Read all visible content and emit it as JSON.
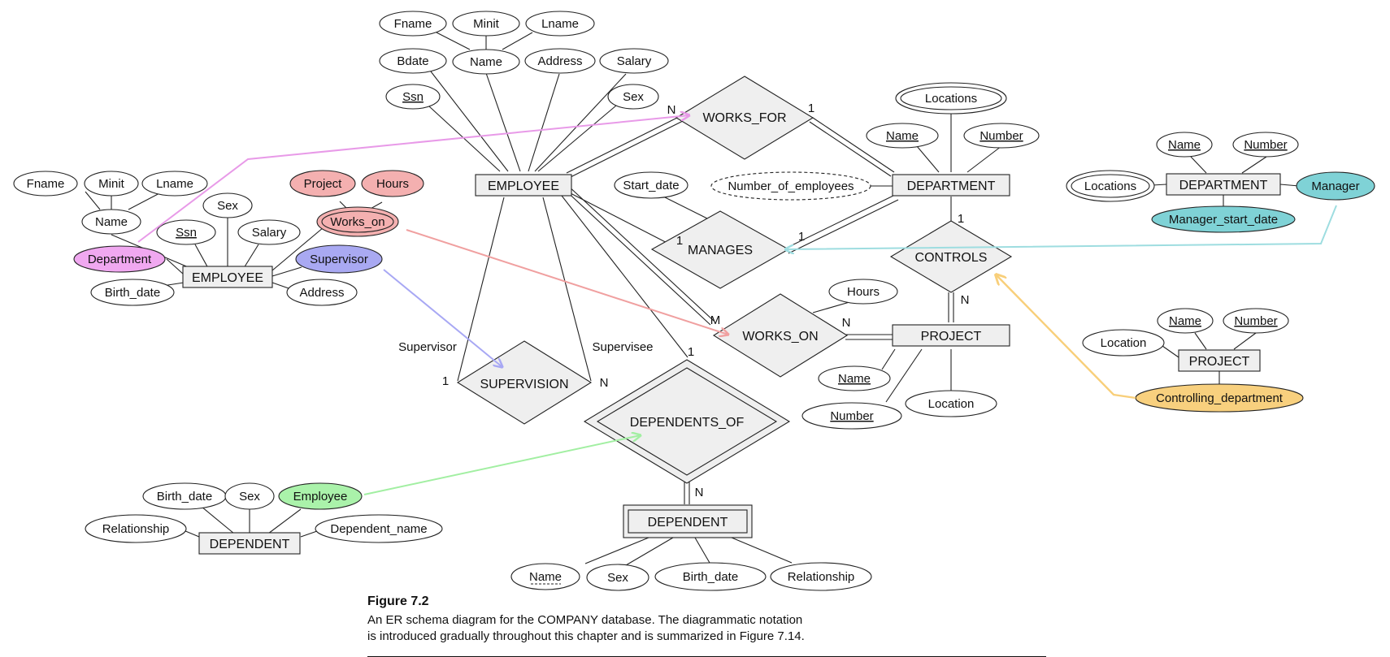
{
  "main": {
    "entities": {
      "employee": "EMPLOYEE",
      "department": "DEPARTMENT",
      "project": "PROJECT",
      "dependent": "DEPENDENT"
    },
    "relationships": {
      "works_for": "WORKS_FOR",
      "manages": "MANAGES",
      "works_on": "WORKS_ON",
      "controls": "CONTROLS",
      "supervision": "SUPERVISION",
      "dependents_of": "DEPENDENTS_OF"
    },
    "employee_attrs": {
      "fname": "Fname",
      "minit": "Minit",
      "lname": "Lname",
      "bdate": "Bdate",
      "name": "Name",
      "address": "Address",
      "salary": "Salary",
      "ssn": "Ssn",
      "sex": "Sex"
    },
    "department_attrs": {
      "locations": "Locations",
      "name": "Name",
      "number": "Number",
      "number_of_employees": "Number_of_employees"
    },
    "manages_attrs": {
      "start_date": "Start_date"
    },
    "works_on_attrs": {
      "hours": "Hours"
    },
    "project_attrs": {
      "name": "Name",
      "number": "Number",
      "location": "Location"
    },
    "dependent_attrs": {
      "name": "Name",
      "sex": "Sex",
      "birth_date": "Birth_date",
      "relationship": "Relationship"
    },
    "cardinalities": {
      "works_for_n": "N",
      "works_for_1": "1",
      "manages_emp": "1",
      "manages_dept": "1",
      "controls_dept": "1",
      "controls_proj": "N",
      "works_on_m": "M",
      "works_on_n": "N",
      "supervision_1": "1",
      "supervision_n": "N",
      "dependents_of_1": "1",
      "dependents_of_n": "N"
    },
    "roles": {
      "supervisor": "Supervisor",
      "supervisee": "Supervisee"
    }
  },
  "left_employee": {
    "entity": "EMPLOYEE",
    "fname": "Fname",
    "minit": "Minit",
    "lname": "Lname",
    "name": "Name",
    "ssn": "Ssn",
    "sex": "Sex",
    "salary": "Salary",
    "project": "Project",
    "hours": "Hours",
    "works_on": "Works_on",
    "department": "Department",
    "supervisor": "Supervisor",
    "birth_date": "Birth_date",
    "address": "Address"
  },
  "left_dependent": {
    "entity": "DEPENDENT",
    "birth_date": "Birth_date",
    "sex": "Sex",
    "employee": "Employee",
    "relationship": "Relationship",
    "dependent_name": "Dependent_name"
  },
  "right_department": {
    "entity": "DEPARTMENT",
    "name": "Name",
    "number": "Number",
    "locations": "Locations",
    "manager": "Manager",
    "manager_start_date": "Manager_start_date"
  },
  "right_project": {
    "entity": "PROJECT",
    "name": "Name",
    "number": "Number",
    "location": "Location",
    "controlling_department": "Controlling_department"
  },
  "colors": {
    "pink": "#f0a8f0",
    "pink_stroke": "#e89ae8",
    "red": "#f4b0b0",
    "red_stroke": "#f0a0a0",
    "blue": "#a9a9f2",
    "blue_stroke": "#a8a8f4",
    "green": "#aaf2aa",
    "green_stroke": "#a2efa2",
    "teal": "#7fd2d6",
    "teal_stroke": "#9edde0",
    "orange": "#f8d07e",
    "orange_stroke": "#f8cf7a"
  },
  "caption": {
    "title": "Figure 7.2",
    "line1": "An ER schema diagram for the COMPANY database. The diagrammatic notation",
    "line2": "is introduced gradually throughout this chapter and is summarized in Figure 7.14."
  }
}
